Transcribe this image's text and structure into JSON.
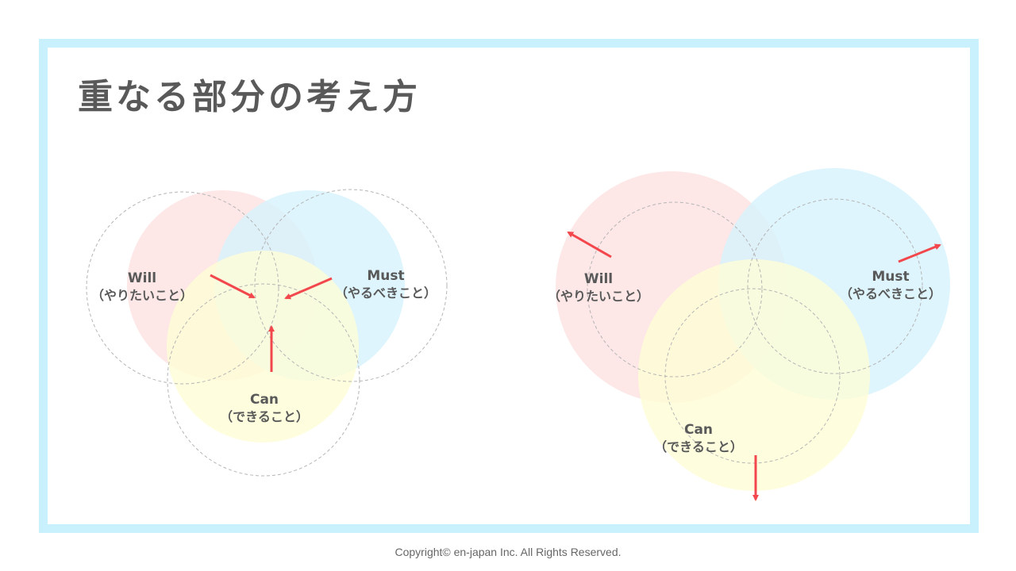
{
  "slide": {
    "title": "重なる部分の考え方"
  },
  "colors": {
    "frame": "#c9f0fd",
    "will": "#fde3e3",
    "must": "#d6f3fc",
    "can": "#fefed6",
    "arrow": "#f2474c",
    "dashed": "#b5b5b5",
    "text": "#595959"
  },
  "diagrams": [
    {
      "name": "converging",
      "labels": {
        "will": "Will",
        "will_jp": "（やりたいこと）",
        "must": "Must",
        "must_jp": "（やるべきこと）",
        "can": "Can",
        "can_jp": "（できること）"
      }
    },
    {
      "name": "expanding",
      "labels": {
        "will": "Will",
        "will_jp": "（やりたいこと）",
        "must": "Must",
        "must_jp": "（やるべきこと）",
        "can": "Can",
        "can_jp": "（できること）"
      }
    }
  ],
  "footer": {
    "copyright": "Copyright© en-japan Inc. All Rights Reserved."
  }
}
